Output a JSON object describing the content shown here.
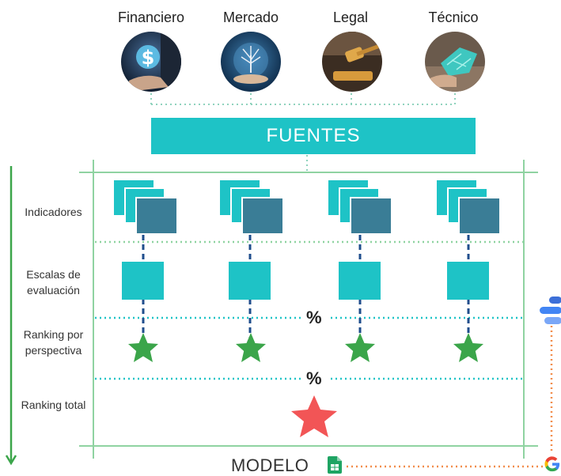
{
  "perspectives": [
    {
      "label": "Financiero",
      "icon": "money-hand-icon"
    },
    {
      "label": "Mercado",
      "icon": "tree-globe-icon"
    },
    {
      "label": "Legal",
      "icon": "gavel-icon"
    },
    {
      "label": "Técnico",
      "icon": "circuit-hand-icon"
    }
  ],
  "fuentes_label": "FUENTES",
  "rows": {
    "indicadores": "Indicadores",
    "escalas": "Escalas de evaluación",
    "ranking_perspectiva": "Ranking por perspectiva",
    "ranking_total": "Ranking total"
  },
  "percent_symbol_1": "%",
  "percent_symbol_2": "%",
  "modelo_label": "MODELO",
  "colors": {
    "teal": "#1ec3c6",
    "dark_teal": "#3a7d96",
    "green_line": "#8fd3a1",
    "dotted_teal": "#1ec3c6",
    "star_green": "#3ba54a",
    "star_red": "#f25556",
    "orange_dots": "#f28c4a"
  },
  "icons": [
    "google-sheets-icon",
    "google-data-studio-icon",
    "google-icon"
  ]
}
